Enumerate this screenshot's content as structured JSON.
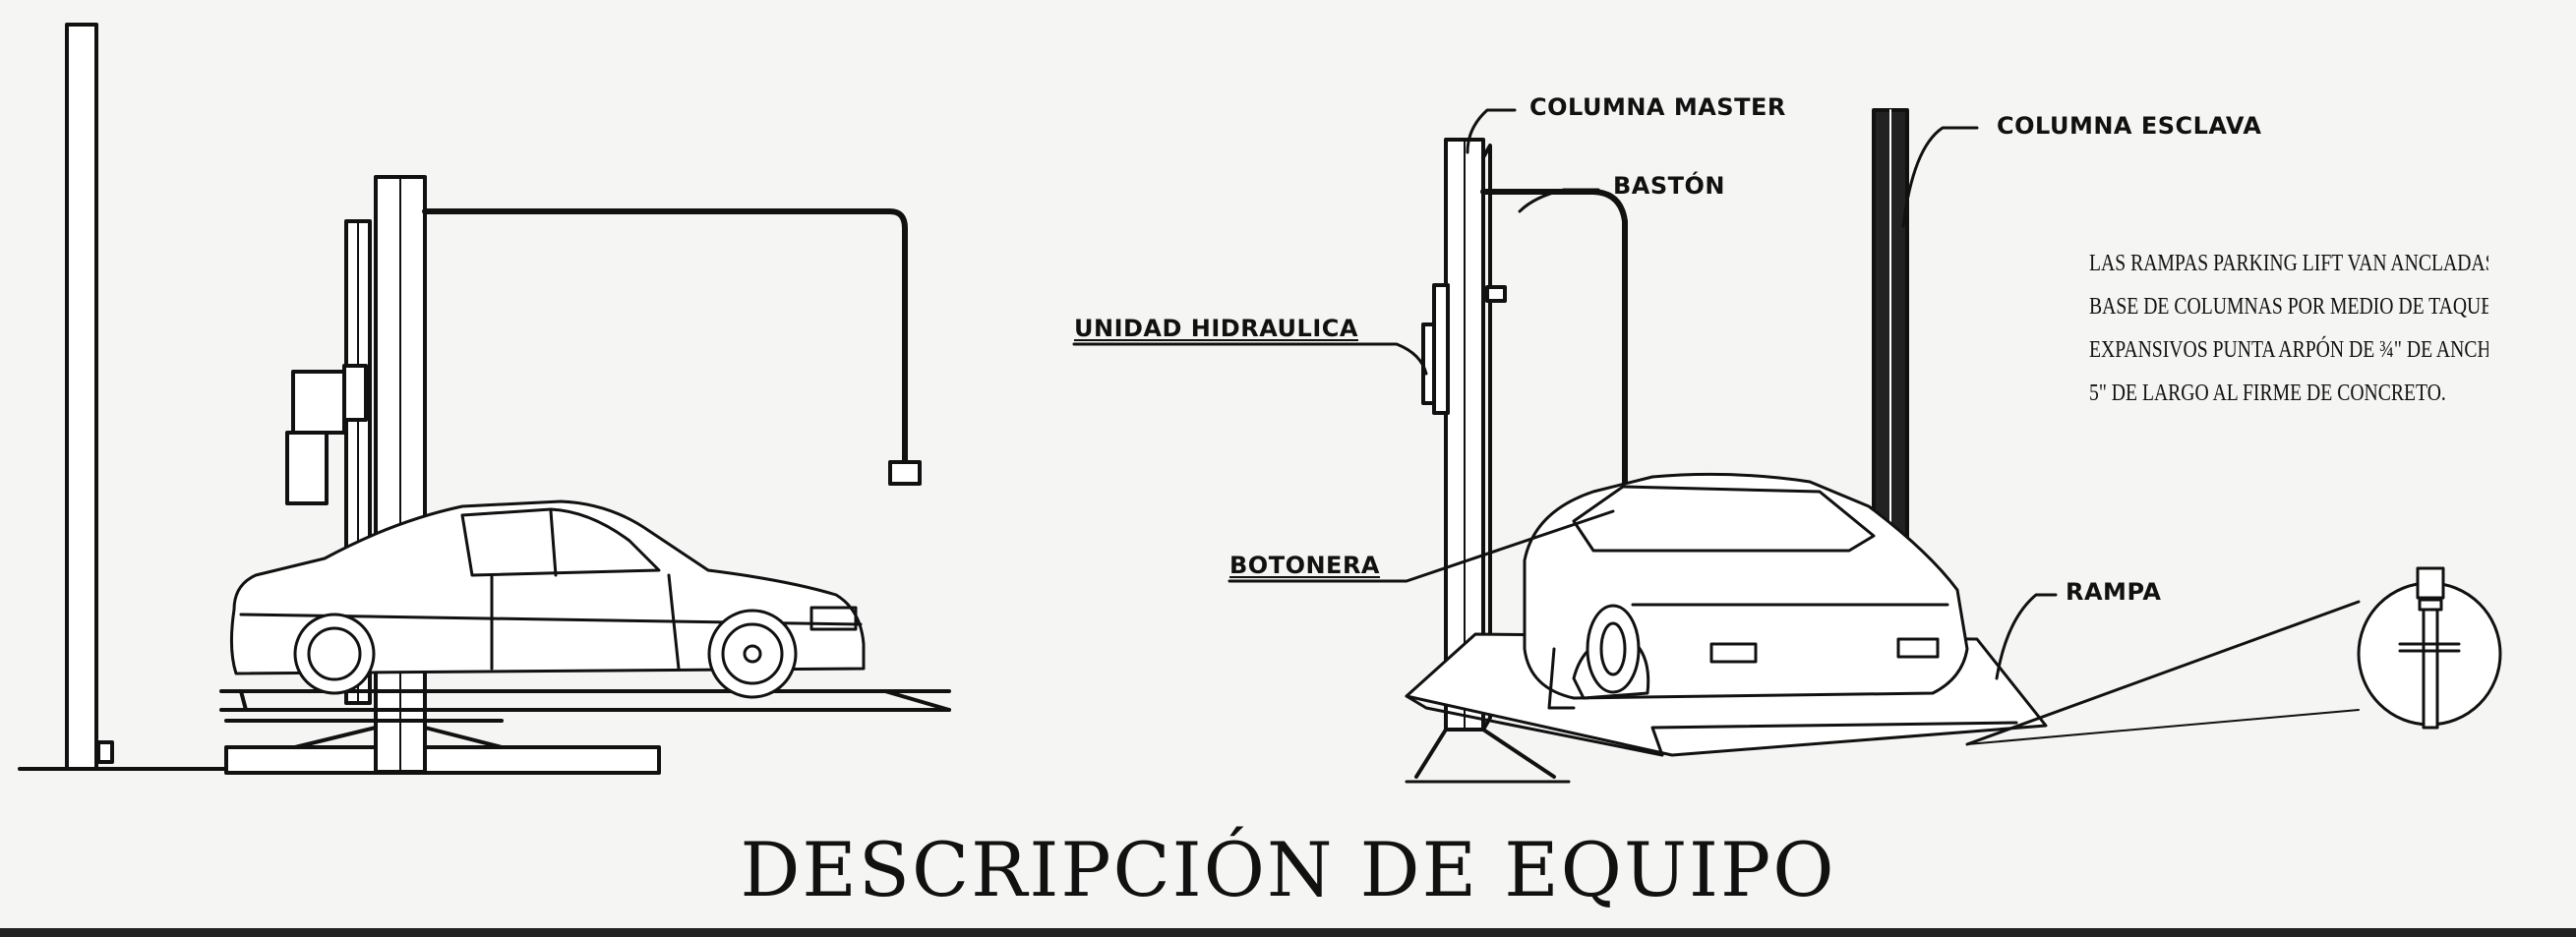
{
  "callouts": {
    "columna_master": "COLUMNA MASTER",
    "baston": "BASTÓN",
    "columna_esclava": "COLUMNA ESCLAVA",
    "unidad_hidraulica": "UNIDAD HIDRAULICA",
    "botonera": "BOTONERA",
    "rampa": "RAMPA"
  },
  "note_lines": [
    "LAS RAMPAS PARKING LIFT VAN ANCLADAS",
    "BASE DE COLUMNAS POR MEDIO DE TAQUET",
    "EXPANSIVOS PUNTA ARPÓN DE ¾\" DE ANCH",
    "5\" DE LARGO  AL FIRME DE CONCRETO."
  ],
  "title": "DESCRIPCIÓN DE EQUIPO",
  "colors": {
    "ink": "#111111",
    "paper": "#f5f5f3"
  }
}
